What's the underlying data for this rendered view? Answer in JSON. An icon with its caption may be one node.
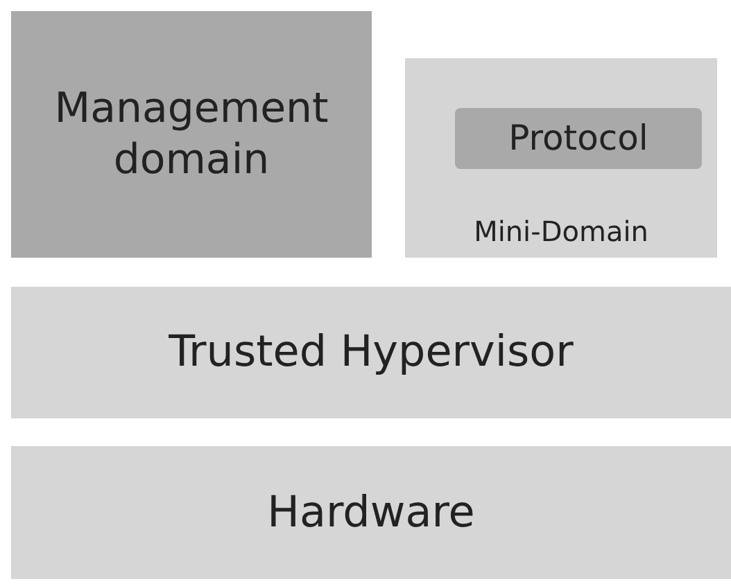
{
  "diagram": {
    "nodes": [
      {
        "text": [
          "Management domain"
        ]
      },
      {
        "text": [
          "Mini-Domain"
        ]
      },
      {
        "text": [
          "Protocol"
        ],
        "in": 1
      },
      {
        "text": [
          "Trusted Hypervisor"
        ]
      },
      {
        "text": [
          "Hardware"
        ]
      }
    ]
  }
}
